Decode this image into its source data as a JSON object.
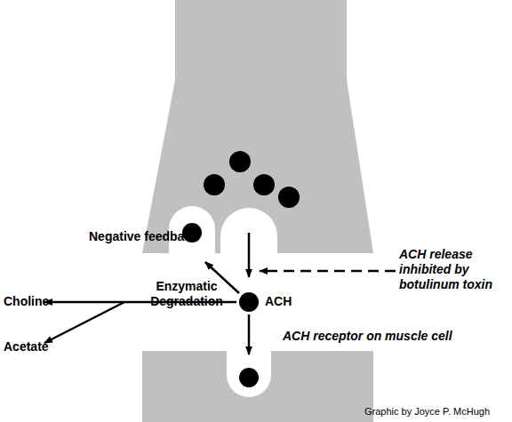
{
  "diagram": {
    "labels": [
      "Negative feedback",
      "ACH release inhibited by botulinum toxin",
      "Enzymatic Degradation",
      "Choline",
      "Acetate",
      "ACH",
      "ACH receptor on muscle cell",
      "Graphic by Joyce P. McHugh"
    ]
  }
}
